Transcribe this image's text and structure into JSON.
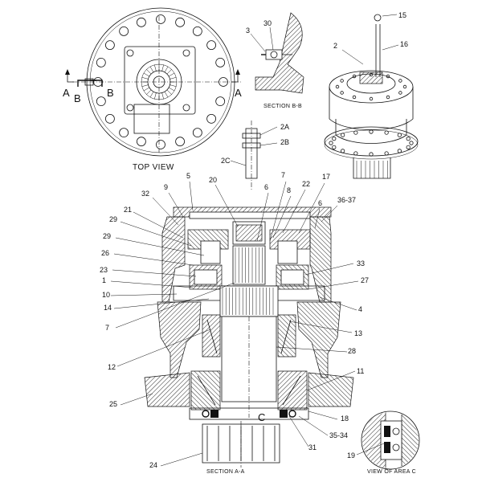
{
  "views": {
    "top_view": "TOP VIEW",
    "section_bb": "SECTION B-B",
    "section_aa": "SECTION A-A",
    "view_area_c": "VIEW OF AREA  C"
  },
  "section_marks": {
    "a_left": "A",
    "a_right": "A",
    "b_left": "B",
    "b_right": "B",
    "c_area": "C"
  },
  "callouts": {
    "c15": "15",
    "c16": "16",
    "c2": "2",
    "c3": "3",
    "c30": "30",
    "c2a": "2A",
    "c2b": "2B",
    "c2c": "2C",
    "c5": "5",
    "c9": "9",
    "c32": "32",
    "c20": "20",
    "c6a": "6",
    "c7a": "7",
    "c8": "8",
    "c22": "22",
    "c17": "17",
    "c6b": "6",
    "c3637": "36-37",
    "c21": "21",
    "c29a": "29",
    "c29b": "29",
    "c26": "26",
    "c23": "23",
    "c1": "1",
    "c10": "10",
    "c14": "14",
    "c7b": "7",
    "c12": "12",
    "c33": "33",
    "c27": "27",
    "c4": "4",
    "c13": "13",
    "c28": "28",
    "c11": "11",
    "c25": "25",
    "c18": "18",
    "c3534": "35-34",
    "c31": "31",
    "c24": "24",
    "c19": "19"
  }
}
